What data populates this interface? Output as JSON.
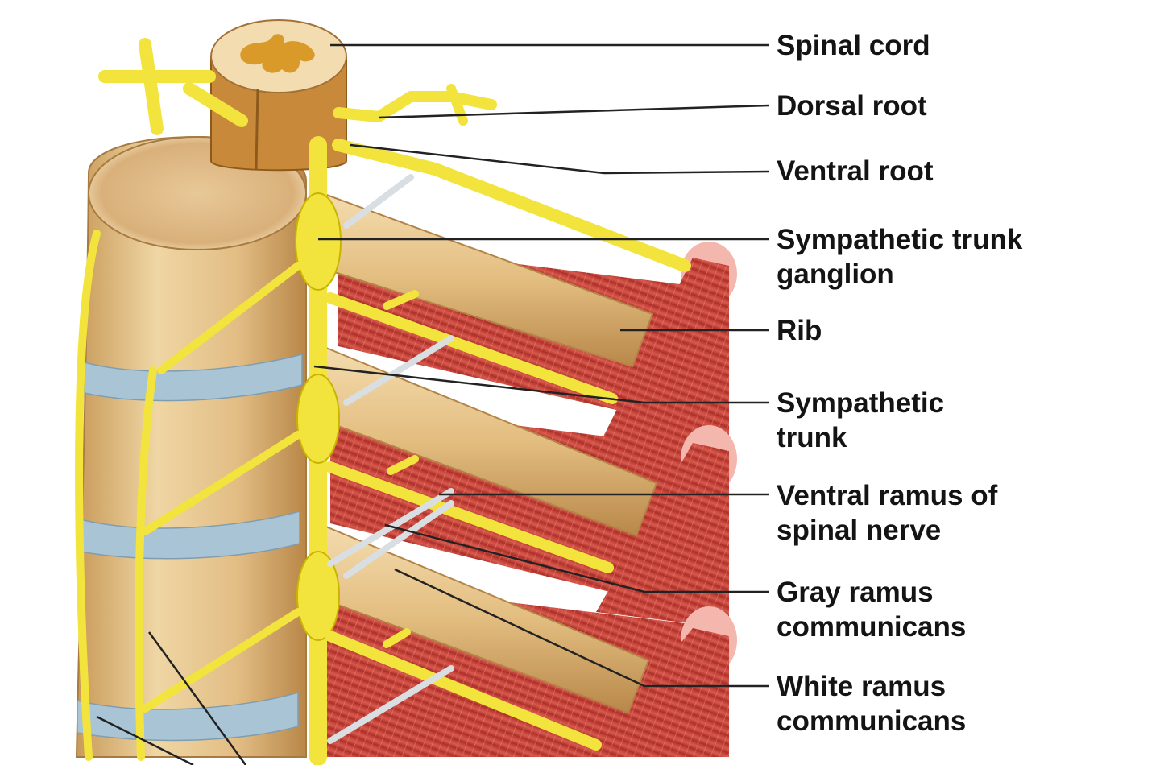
{
  "labels": {
    "spinal_cord": [
      "Spinal cord"
    ],
    "dorsal_root": [
      "Dorsal root"
    ],
    "ventral_root": [
      "Ventral root"
    ],
    "sympathetic_trunk_ganglion": [
      "Sympathetic trunk",
      "ganglion"
    ],
    "rib": [
      "Rib"
    ],
    "sympathetic_trunk": [
      "Sympathetic",
      "trunk"
    ],
    "ventral_ramus": [
      "Ventral ramus of",
      "spinal nerve"
    ],
    "gray_ramus": [
      "Gray ramus",
      "communicans"
    ],
    "white_ramus": [
      "White ramus",
      "communicans"
    ]
  },
  "colors": {
    "nerve": "#f2e43c",
    "nerve_outline": "#c9b400",
    "bone": "#e6c58f",
    "bone_dark": "#c79a5b",
    "muscle": "#c9463c",
    "muscle_light": "#e57468",
    "disc": "#a9c4d4",
    "spinal_white": "#f3dcb0",
    "spinal_gray": "#d99a2a",
    "leader": "#222222"
  }
}
